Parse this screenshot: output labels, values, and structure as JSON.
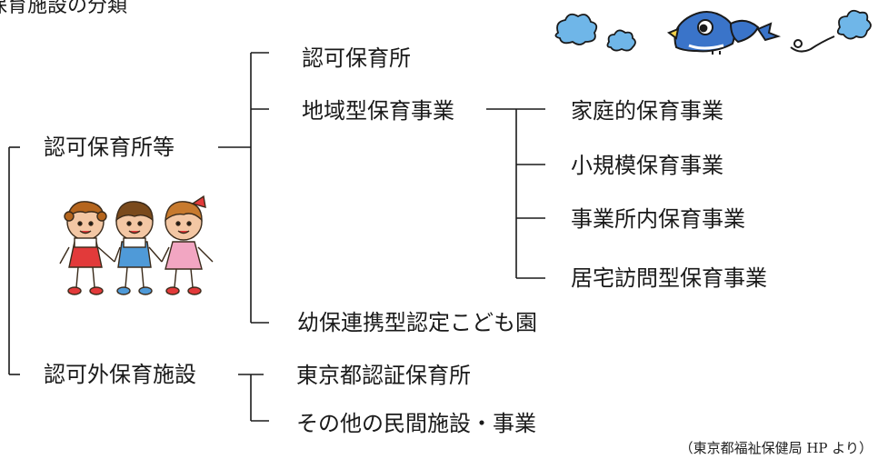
{
  "title": "保育施設の分類",
  "level1": [
    {
      "id": "ninka",
      "label": "認可保育所等"
    },
    {
      "id": "ninkagai",
      "label": "認可外保育施設"
    }
  ],
  "ninka_children": [
    {
      "label": "認可保育所"
    },
    {
      "label": "地域型保育事業"
    },
    {
      "label": "幼保連携型認定こども園"
    }
  ],
  "chiikigata_children": [
    {
      "label": "家庭的保育事業"
    },
    {
      "label": "小規模保育事業"
    },
    {
      "label": "事業所内保育事業"
    },
    {
      "label": "居宅訪問型保育事業"
    }
  ],
  "ninkagai_children": [
    {
      "label": "東京都認証保育所"
    },
    {
      "label": "その他の民間施設・事業"
    }
  ],
  "source": "（東京都福祉保健局 HP より）",
  "illustrations": {
    "children": "three-children-holding-hands-illustration",
    "bird": "bluebird-with-clouds-illustration"
  },
  "colors": {
    "line": "#1a1a1a",
    "bird": "#3a74c9",
    "cloud": "#6fb6e8"
  }
}
